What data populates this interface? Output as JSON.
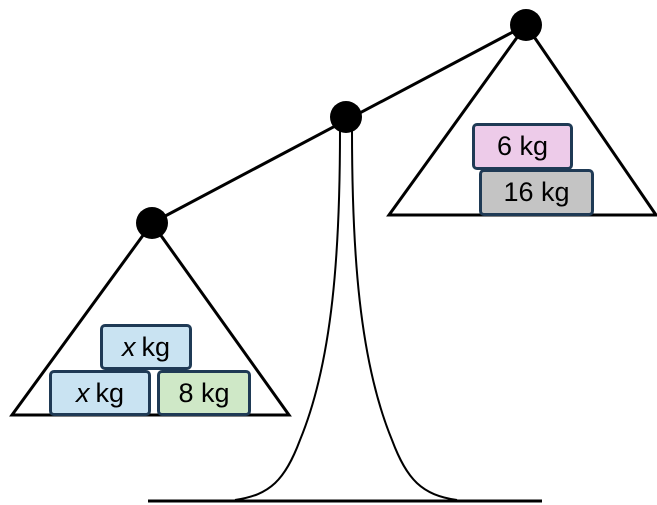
{
  "left_pan": {
    "weights": [
      {
        "variable": "x",
        "unit": "kg",
        "color": "#c9e3f2"
      },
      {
        "variable": "x",
        "unit": "kg",
        "color": "#c9e3f2"
      },
      {
        "label": "8 kg",
        "color": "#cfe8c7"
      }
    ]
  },
  "right_pan": {
    "weights": [
      {
        "label": "6 kg",
        "color": "#edcbe9"
      },
      {
        "label": "16 kg",
        "color": "#c4c4c4"
      }
    ]
  }
}
